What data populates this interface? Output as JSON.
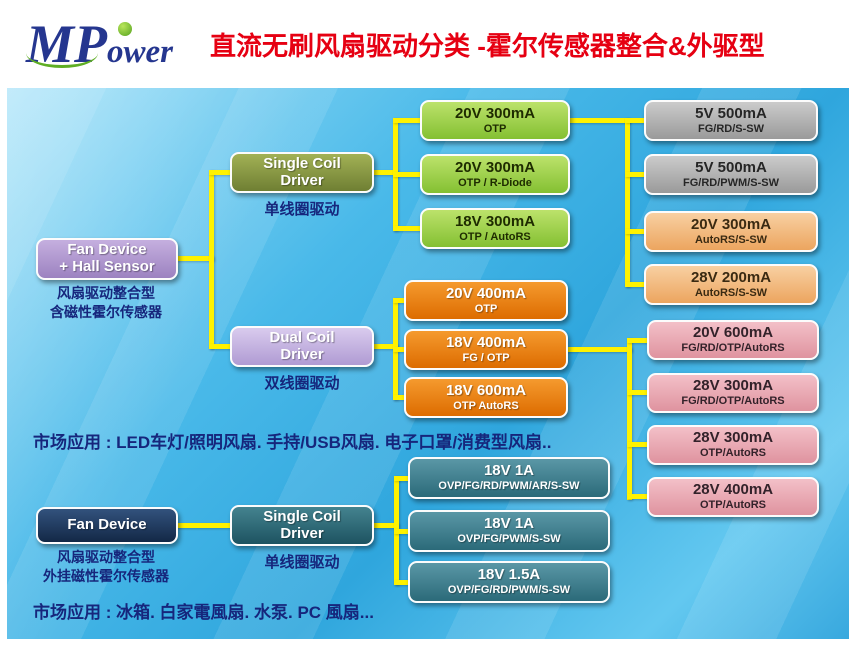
{
  "header": {
    "logo_m": "M",
    "logo_p": "P",
    "logo_rest": "ower",
    "title": "直流无刷风扇驱动分类 -霍尔传感器整合&外驱型"
  },
  "fan_hall": {
    "line1": "Fan Device",
    "line2": "+ Hall Sensor",
    "caption1": "风扇驱动整合型",
    "caption2": "含磁性霍尔传感器"
  },
  "fan": {
    "line1": "Fan Device",
    "caption1": "风扇驱动整合型",
    "caption2": "外挂磁性霍尔传感器"
  },
  "drivers": {
    "single_top": {
      "line1": "Single Coil",
      "line2": "Driver",
      "caption": "单线圈驱动"
    },
    "dual": {
      "line1": "Dual Coil",
      "line2": "Driver",
      "caption": "双线圈驱动"
    },
    "single_bottom": {
      "line1": "Single Coil",
      "line2": "Driver",
      "caption": "单线圈驱动"
    }
  },
  "green_chips": [
    {
      "line1": "20V 300mA",
      "line2": "OTP"
    },
    {
      "line1": "20V 300mA",
      "line2": "OTP / R-Diode"
    },
    {
      "line1": "18V 300mA",
      "line2": "OTP / AutoRS"
    }
  ],
  "gray_chips": [
    {
      "line1": "5V 500mA",
      "line2": "FG/RD/S-SW"
    },
    {
      "line1": "5V 500mA",
      "line2": "FG/RD/PWM/S-SW"
    }
  ],
  "peach_chips": [
    {
      "line1": "20V 300mA",
      "line2": "AutoRS/S-SW"
    },
    {
      "line1": "28V 200mA",
      "line2": "AutoRS/S-SW"
    }
  ],
  "orange_chips": [
    {
      "line1": "20V 400mA",
      "line2": "OTP"
    },
    {
      "line1": "18V 400mA",
      "line2": "FG / OTP"
    },
    {
      "line1": "18V 600mA",
      "line2": "OTP AutoRS"
    }
  ],
  "pink_chips": [
    {
      "line1": "20V 600mA",
      "line2": "FG/RD/OTP/AutoRS"
    },
    {
      "line1": "28V 300mA",
      "line2": "FG/RD/OTP/AutoRS"
    },
    {
      "line1": "28V 300mA",
      "line2": "OTP/AutoRS"
    },
    {
      "line1": "28V 400mA",
      "line2": "OTP/AutoRS"
    }
  ],
  "teal_chips": [
    {
      "line1": "18V 1A",
      "line2": "OVP/FG/RD/PWM/AR/S-SW"
    },
    {
      "line1": "18V 1A",
      "line2": "OVP/FG/PWM/S-SW"
    },
    {
      "line1": "18V 1.5A",
      "line2": "OVP/FG/RD/PWM/S-SW"
    }
  ],
  "market": {
    "top": "市场应用 : LED车灯/照明风扇. 手持/USB风扇. 电子口罩/消费型风扇..",
    "bottom": "市场应用 : 冰箱. 白家電風扇. 水泵. PC 風扇..."
  },
  "colors": {
    "title_red": "#e60012",
    "connector_yellow": "#fff200",
    "caption_navy": "#16267c",
    "background_blue": "#3fb0e4",
    "chip_green": "#8cc63f",
    "chip_gray": "#a9a9a9",
    "chip_peach": "#f0b070",
    "chip_orange": "#e87200",
    "chip_pink": "#e39aa5",
    "chip_teal": "#3d7c8c",
    "node_purple": "#a98fc9",
    "node_olive": "#8a9a45",
    "node_lavender": "#c0aede",
    "node_navy": "#1d3a5f",
    "logo_blue": "#25368f",
    "logo_green": "#55a21f"
  }
}
